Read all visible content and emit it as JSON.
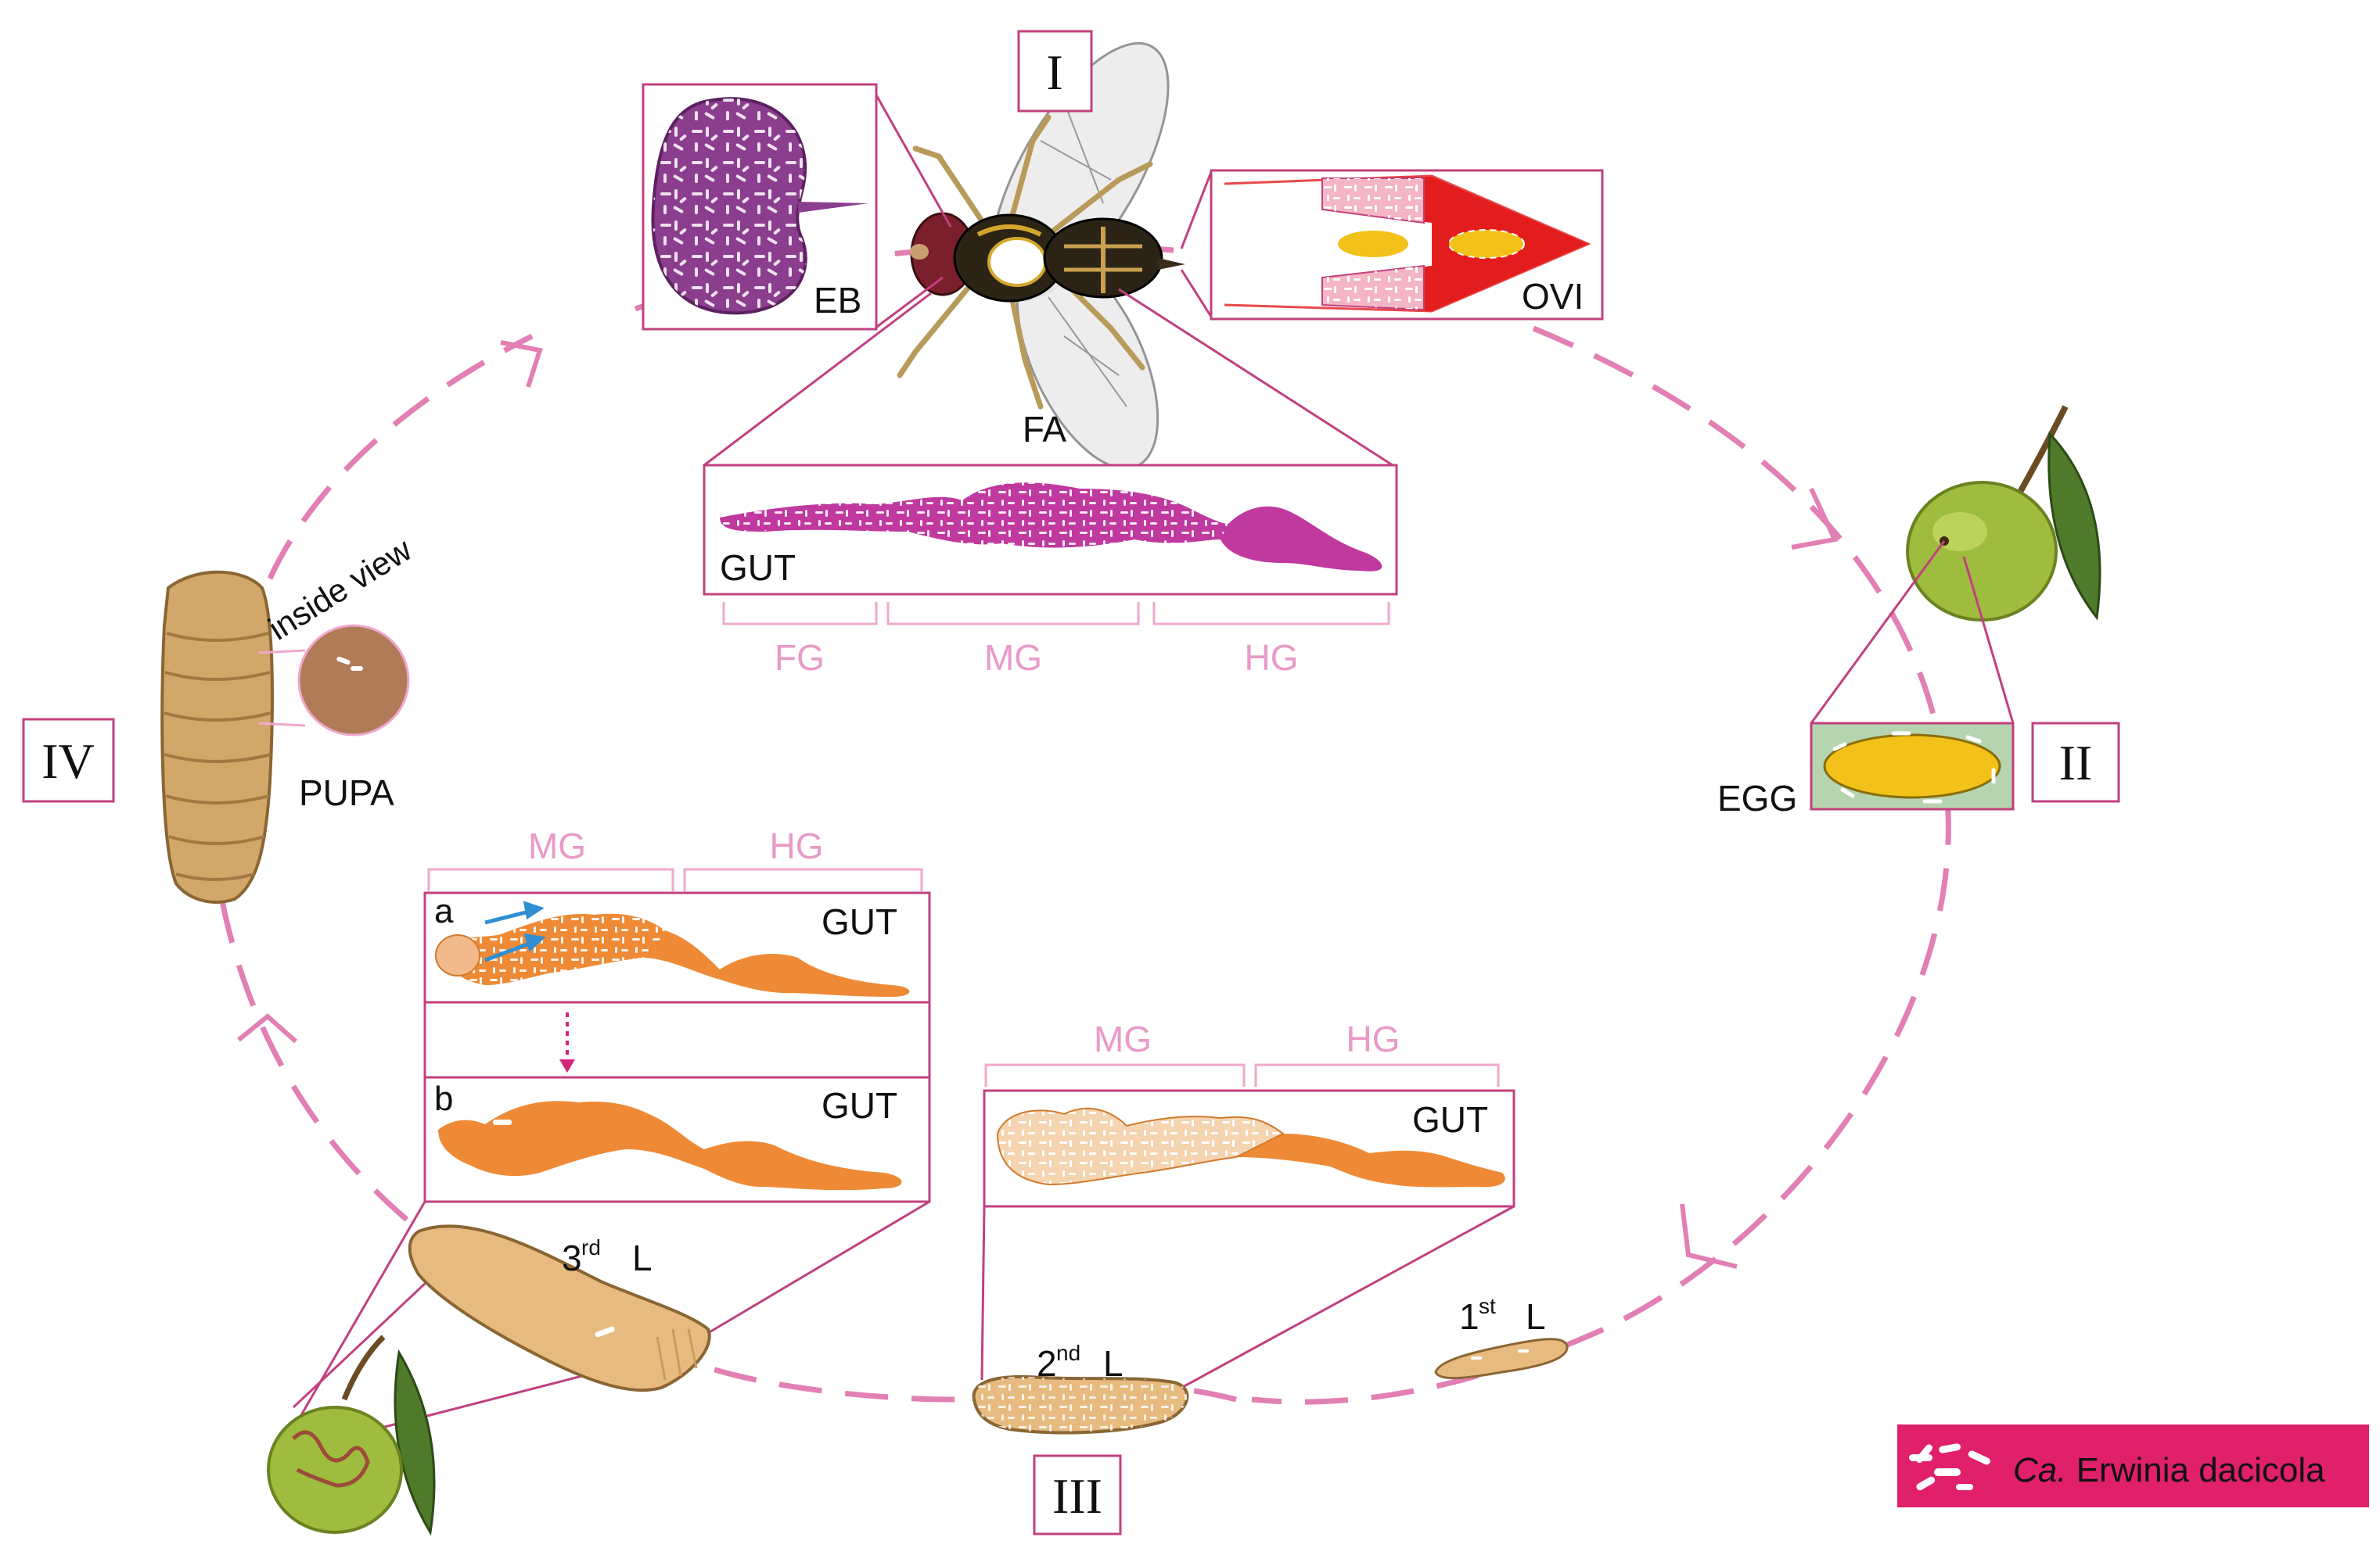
{
  "stages": {
    "I": "I",
    "II": "II",
    "III": "III",
    "IV": "IV"
  },
  "adult": {
    "fly_label": "FA",
    "bacteriome_label": "EB",
    "ovipositor_label": "OVI",
    "gut_label": "GUT",
    "gut_sections": [
      "FG",
      "MG",
      "HG"
    ]
  },
  "egg": {
    "label": "EGG"
  },
  "pupa": {
    "label": "PUPA",
    "inside_view": "inside view"
  },
  "third_instar": {
    "base": "3",
    "sup": "rd",
    "suffix": "L",
    "gut_sections": [
      "MG",
      "HG"
    ],
    "panel_a": {
      "letter": "a",
      "gut_label": "GUT"
    },
    "panel_b": {
      "letter": "b",
      "gut_label": "GUT"
    }
  },
  "second_instar": {
    "base": "2",
    "sup": "nd",
    "suffix": "L",
    "gut_sections": [
      "MG",
      "HG"
    ],
    "gut_label": "GUT"
  },
  "first_instar": {
    "base": "1",
    "sup": "st",
    "suffix": "L"
  },
  "legend": {
    "italic": "Ca.",
    "name": " Erwinia dacicola"
  },
  "colors": {
    "cycle": "#e27fb4",
    "frame": "#c2407f",
    "bacteria_violet": "#8b3d8e",
    "adult_gut": "#c0399e",
    "larva_gut": "#ee8a36",
    "legend_bg": "#e0206a"
  }
}
